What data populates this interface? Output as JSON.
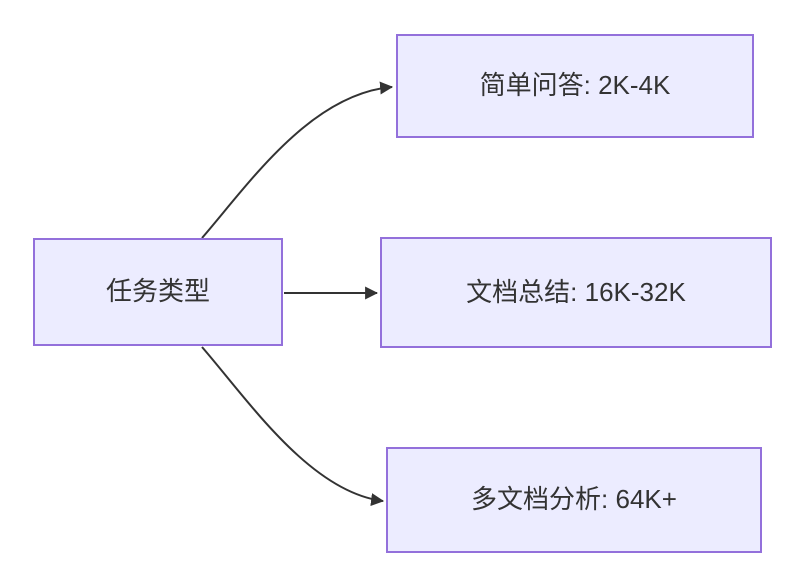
{
  "diagram": {
    "type": "flowchart",
    "direction": "left-to-right",
    "source_node": {
      "id": "task-type",
      "label": "任务类型"
    },
    "target_nodes": [
      {
        "id": "simple-qa",
        "label": "简单问答: 2K-4K"
      },
      {
        "id": "doc-summary",
        "label": "文档总结: 16K-32K"
      },
      {
        "id": "multi-doc-analysis",
        "label": "多文档分析: 64K+"
      }
    ],
    "edges": [
      {
        "from": "task-type",
        "to": "simple-qa"
      },
      {
        "from": "task-type",
        "to": "doc-summary"
      },
      {
        "from": "task-type",
        "to": "multi-doc-analysis"
      }
    ],
    "colors": {
      "node_fill": "#ECECFF",
      "node_border": "#9370DB",
      "edge_stroke": "#333333",
      "text": "#333333",
      "background": "#FFFFFF"
    }
  }
}
